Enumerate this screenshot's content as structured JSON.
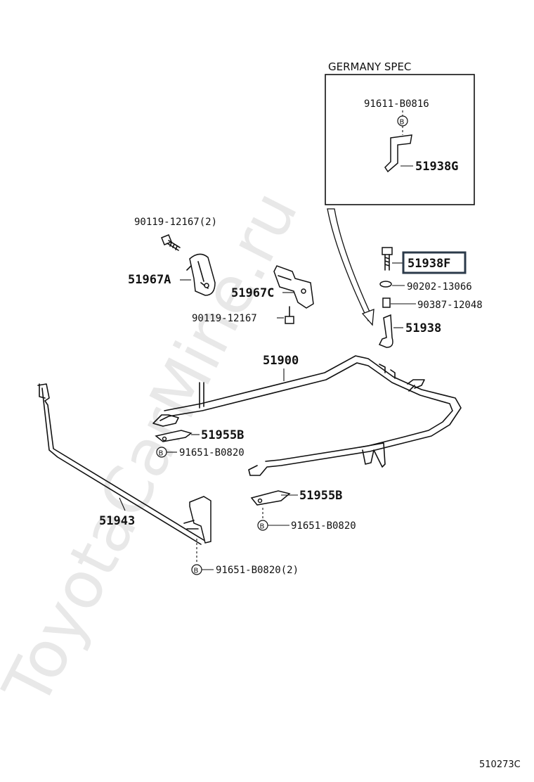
{
  "diagram": {
    "id": "510273C",
    "watermark": "ToyotaCarMine.ru"
  },
  "germany_spec": {
    "title": "GERMANY SPEC",
    "bolt_label": "91611-B0816",
    "bracket_label": "51938G",
    "badge": "B"
  },
  "parts": {
    "bolt_90119_top": "90119-12167(2)",
    "bracket_51967a": "51967A",
    "bracket_51967c": "51967C",
    "bolt_90119_mid": "90119-12167",
    "bolt_51938f": "51938F",
    "washer_90202": "90202-13066",
    "collar_90387": "90387-12048",
    "hook_51938": "51938",
    "frame_51900": "51900",
    "plate_51955b_left": "51955B",
    "bolt_91651_left": "91651-B0820",
    "plate_51955b_right": "51955B",
    "bolt_91651_right": "91651-B0820",
    "bar_51943": "51943",
    "bolt_91651_bottom": "91651-B0820(2)",
    "badge": "B"
  },
  "highlight": {
    "color": "#2b3a4a"
  }
}
